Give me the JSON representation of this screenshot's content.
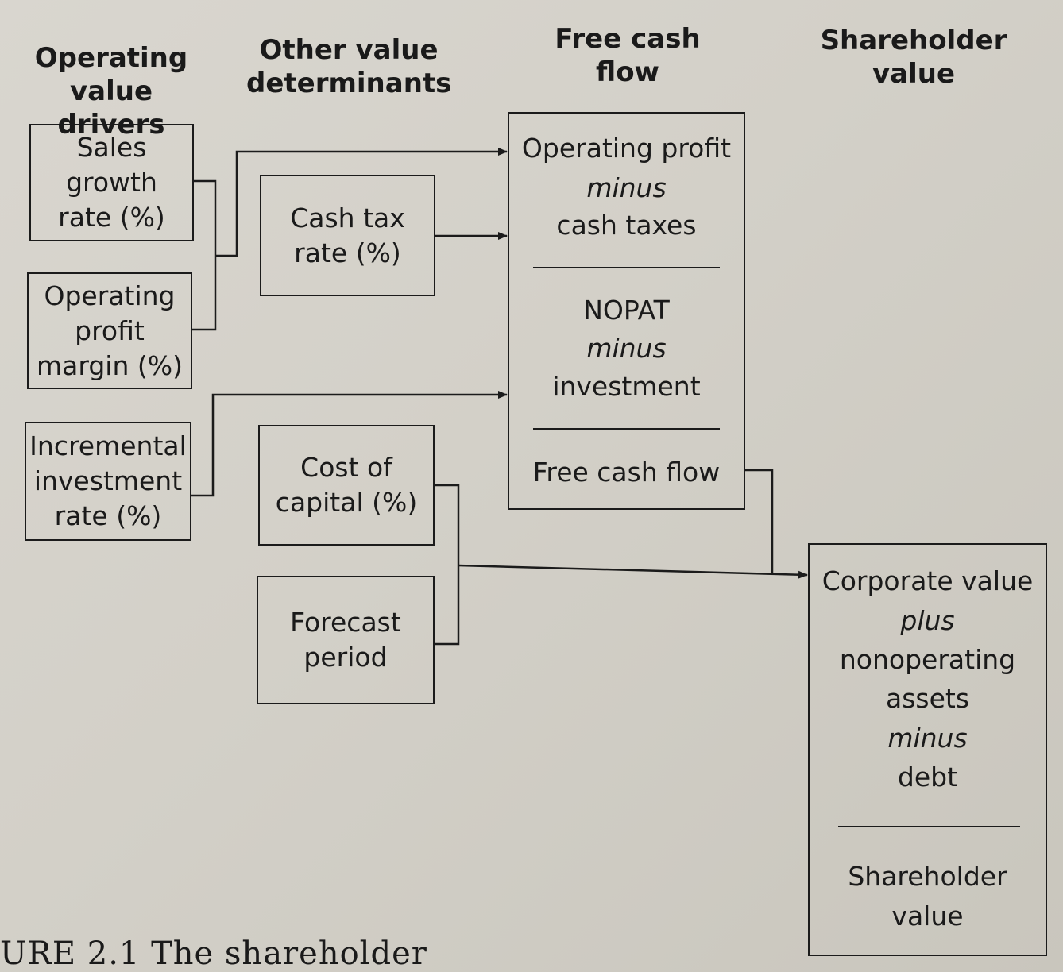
{
  "headers": {
    "operating_value_drivers": "Operating\nvalue drivers",
    "other_value_determinants": "Other value\ndeterminants",
    "free_cash_flow": "Free cash\nflow",
    "shareholder_value": "Shareholder\nvalue"
  },
  "drivers": {
    "sales_growth": "Sales\ngrowth\nrate (%)",
    "operating_margin": "Operating\nprofit\nmargin (%)",
    "incremental_investment": "Incremental\ninvestment\nrate (%)"
  },
  "determinants": {
    "cash_tax": "Cash tax\nrate (%)",
    "cost_of_capital": "Cost of\ncapital (%)",
    "forecast_period": "Forecast\nperiod"
  },
  "fcf_box": {
    "line1": "Operating profit",
    "line2": "minus",
    "line3": "cash taxes",
    "line4": "NOPAT",
    "line5": "minus",
    "line6": "investment",
    "line7": "Free cash flow"
  },
  "sv_box": {
    "line1": "Corporate value",
    "line2": "plus",
    "line3": "nonoperating",
    "line4": "assets",
    "line5": "minus",
    "line6": "debt",
    "line7": "Shareholder",
    "line8": "value"
  },
  "caption": "URE 2.1  The shareholder"
}
